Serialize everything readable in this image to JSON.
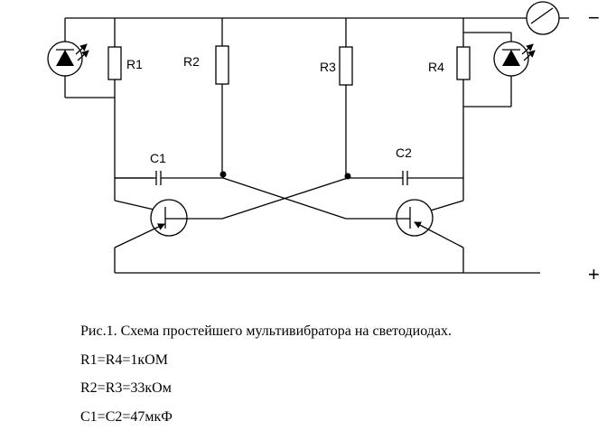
{
  "components": {
    "r1": "R1",
    "r2": "R2",
    "r3": "R3",
    "r4": "R4",
    "c1": "C1",
    "c2": "C2"
  },
  "terminals": {
    "minus": "−",
    "plus": "+"
  },
  "caption": {
    "title": "Рис.1. Схема простейшего мультивибратора на светодиодах.",
    "line1": "R1=R4=1кОМ",
    "line2": "R2=R3=33кОм",
    "line3": "C1=C2=47мкФ"
  }
}
